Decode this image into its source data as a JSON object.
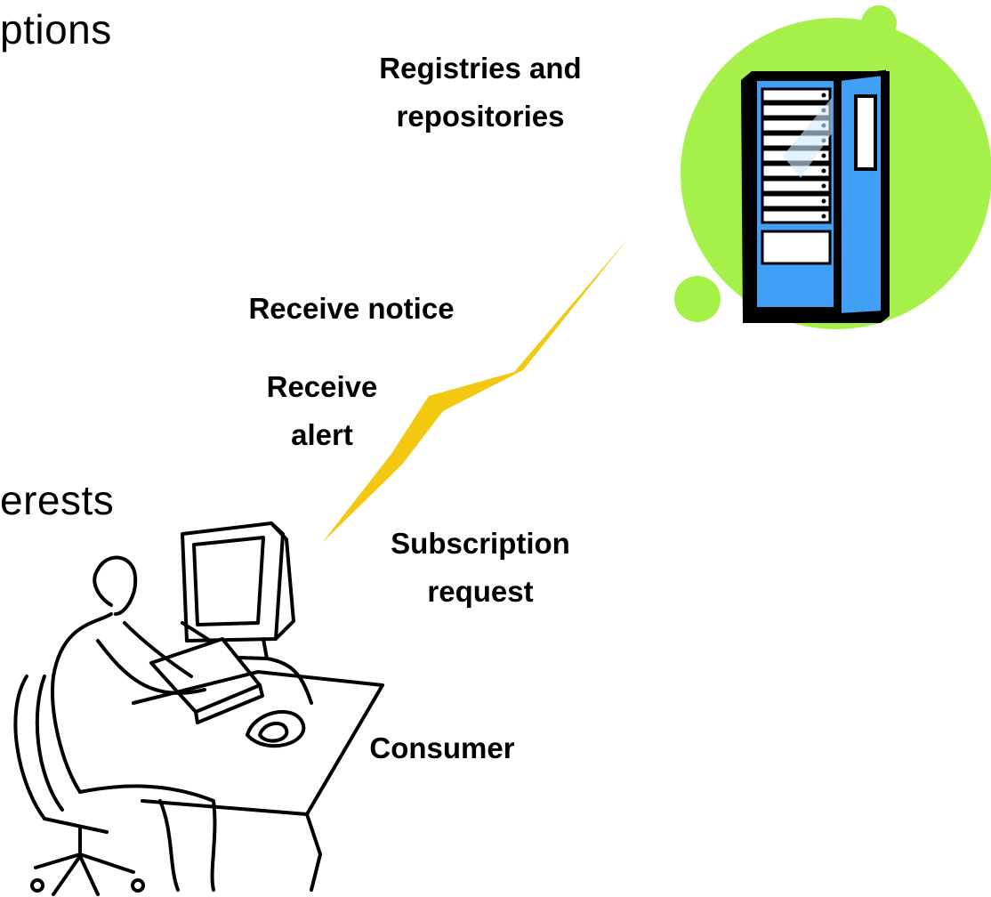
{
  "fragments": {
    "top_left": "ptions",
    "mid_left": "erests"
  },
  "labels": {
    "registries": "Registries and repositories",
    "receive_notice": "Receive notice",
    "receive_alert": "Receive alert",
    "subscription_request": "Subscription request",
    "consumer": "Consumer"
  },
  "icons": {
    "server": "server-cabinet-icon",
    "lightning": "lightning-bolt-icon",
    "person": "person-at-computer-icon"
  },
  "colors": {
    "circle_green": "#A6F04A",
    "server_blue": "#3FA0F5",
    "bolt_yellow": "#F2C811"
  }
}
